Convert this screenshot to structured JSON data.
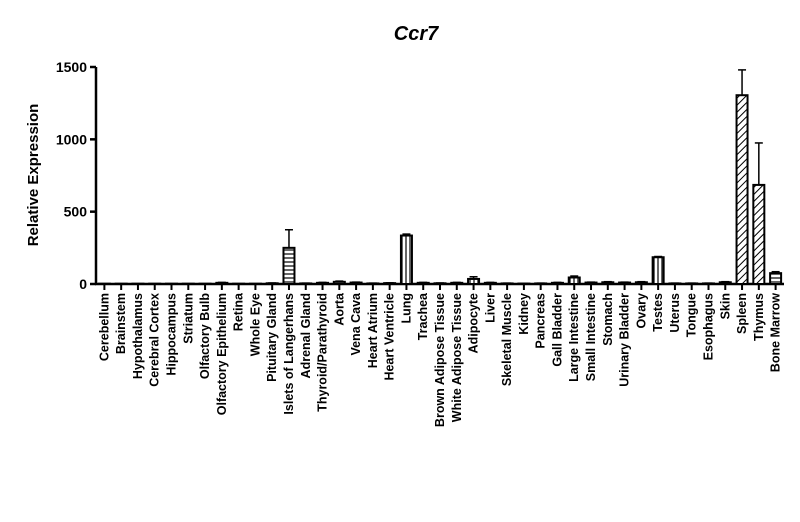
{
  "chart_data": {
    "type": "bar",
    "title": "Ccr7",
    "xlabel": "",
    "ylabel": "Relative Expression",
    "ylim": [
      0,
      1500
    ],
    "yticks": [
      0,
      500,
      1000,
      1500
    ],
    "grid": false,
    "legend": "none",
    "categories": [
      "Cerebellum",
      "Brainstem",
      "Hypothalamus",
      "Cerebral Cortex",
      "Hippocampus",
      "Striatum",
      "Olfactory Bulb",
      "Olfactory Epithelium",
      "Retina",
      "Whole Eye",
      "Pituitary Gland",
      "Islets of Langerhans",
      "Adrenal Gland",
      "Thyroid/Parathyroid",
      "Aorta",
      "Vena Cava",
      "Heart Atrium",
      "Heart Ventricle",
      "Lung",
      "Trachea",
      "Brown Adipose Tissue",
      "White Adipose Tissue",
      "Adipocyte",
      "Liver",
      "Skeletal Muscle",
      "Kidney",
      "Pancreas",
      "Gall Bladder",
      "Large Intestine",
      "Small Intestine",
      "Stomach",
      "Urinary Bladder",
      "Ovary",
      "Testes",
      "Uterus",
      "Tongue",
      "Esophagus",
      "Skin",
      "Spleen",
      "Thymus",
      "Bone Marrow"
    ],
    "values": [
      2,
      2,
      2,
      2,
      2,
      2,
      2,
      8,
      2,
      2,
      5,
      250,
      4,
      8,
      15,
      10,
      4,
      6,
      335,
      8,
      5,
      8,
      35,
      8,
      4,
      3,
      4,
      8,
      45,
      10,
      12,
      10,
      12,
      185,
      4,
      4,
      4,
      12,
      1305,
      685,
      75
    ],
    "errors": [
      0,
      0,
      0,
      0,
      0,
      0,
      0,
      3,
      0,
      0,
      2,
      125,
      2,
      3,
      5,
      3,
      2,
      2,
      10,
      3,
      2,
      3,
      15,
      3,
      2,
      1,
      2,
      3,
      10,
      3,
      4,
      3,
      4,
      5,
      2,
      2,
      2,
      4,
      175,
      290,
      10
    ],
    "patterns": [
      "horizontal",
      "horizontal",
      "horizontal",
      "horizontal",
      "horizontal",
      "horizontal",
      "horizontal",
      "horizontal",
      "horizontal",
      "horizontal",
      "horizontal",
      "horizontal",
      "horizontal",
      "horizontal",
      "horizontal",
      "horizontal",
      "horizontal",
      "horizontal",
      "vertical",
      "vertical",
      "vertical",
      "vertical",
      "vertical",
      "vertical",
      "vertical",
      "vertical",
      "vertical",
      "vertical",
      "vertical",
      "vertical",
      "vertical",
      "vertical",
      "vertical",
      "vertical",
      "vertical",
      "vertical",
      "vertical",
      "vertical",
      "diagonal",
      "diagonal",
      "horizontal"
    ]
  }
}
